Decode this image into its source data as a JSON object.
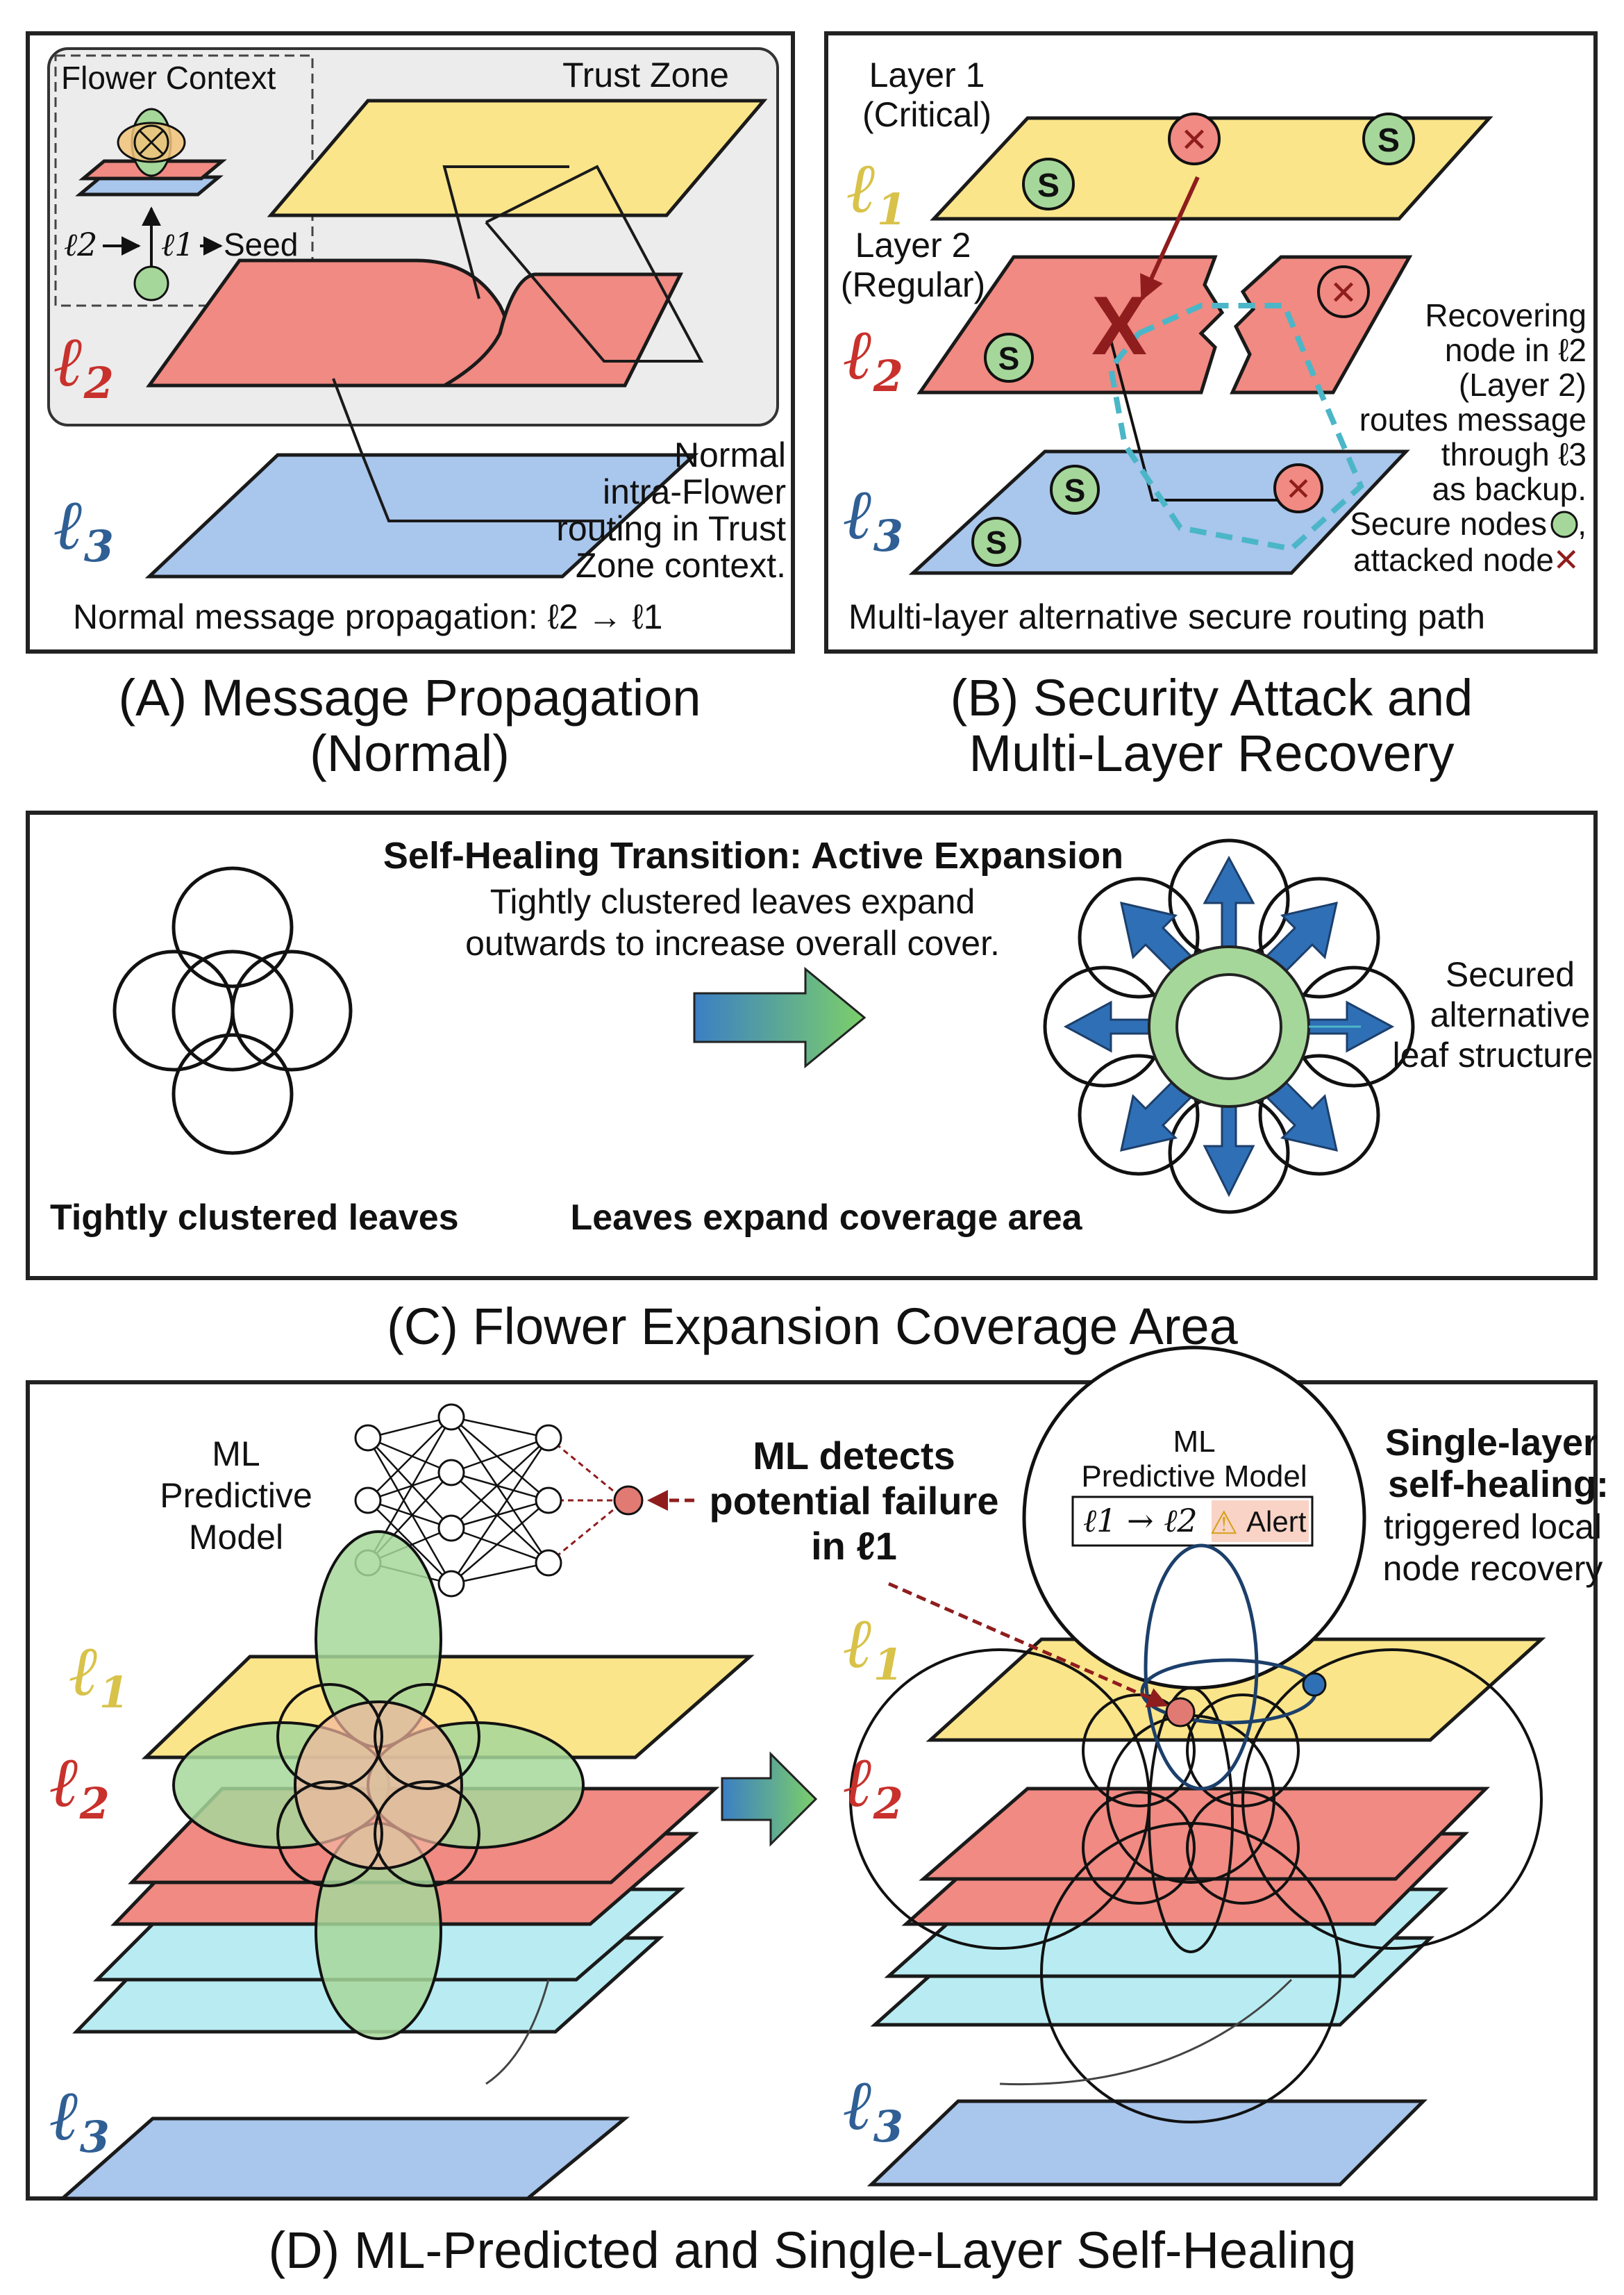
{
  "colors": {
    "yellow": "#fbe58a",
    "red": "#f08a82",
    "blue": "#a9c6ec",
    "cyan": "#b8ecf2",
    "green": "#a6d79a",
    "arrow_blue": "#2f6fb5",
    "dark_red": "#8f1d1d",
    "dashed_cyan": "#4bb6c8",
    "ell1": "#d8c24a",
    "ell2": "#c8312c",
    "ell3": "#2f5f94"
  },
  "panel_a": {
    "caption_line1": "(A) Message Propagation",
    "caption_line2": "(Normal)",
    "flower_context": "Flower Context",
    "trust_zone": "Trust Zone",
    "inset_l2": "ℓ2",
    "inset_l1": "ℓ1",
    "inset_seed": "Seed",
    "layer_l2": "ℓ",
    "layer_l2_sub": "2",
    "layer_l3": "ℓ",
    "layer_l3_sub": "3",
    "note": [
      "Normal",
      "intra-Flower",
      "routing in Trust",
      "Zone context."
    ],
    "footer": "Normal message propagation: ℓ2 → ℓ1"
  },
  "panel_b": {
    "caption_line1": "(B) Security Attack and",
    "caption_line2": "Multi-Layer Recovery",
    "layer1_title": [
      "Layer 1",
      "(Critical)"
    ],
    "layer2_title": [
      "Layer 2",
      "(Regular)"
    ],
    "layer_l1": "ℓ",
    "layer_l1_sub": "1",
    "layer_l2": "ℓ",
    "layer_l2_sub": "2",
    "layer_l3": "ℓ",
    "layer_l3_sub": "3",
    "secure_symbol": "S",
    "attack_symbol": "✕",
    "big_x": "X",
    "note": [
      "Recovering",
      "node in ℓ2",
      "(Layer 2)",
      "routes message",
      "through ℓ3",
      "as backup.",
      "Secure nodes",
      "attacked node"
    ],
    "footer": "Multi-layer alternative secure routing path"
  },
  "panel_c": {
    "caption": "(C) Flower Expansion Coverage Area",
    "title": "Self-Healing Transition: Active Expansion",
    "subtitle": [
      "Tightly clustered leaves expand",
      "outwards to increase overall cover."
    ],
    "left_label": "Tightly clustered leaves",
    "mid_label": "Leaves expand coverage area",
    "right_label": [
      "Secured",
      "alternative",
      "leaf structure"
    ]
  },
  "panel_d": {
    "caption": "(D) ML-Predicted and Single-Layer Self-Healing",
    "ml_model": [
      "ML",
      "Predictive",
      "Model"
    ],
    "detects": [
      "ML detects",
      "potential failure",
      "in ℓ1"
    ],
    "bubble_title": [
      "ML",
      "Predictive Model"
    ],
    "bubble_formula": "ℓ1 → ℓ2",
    "alert": "Alert",
    "warning_icon": "⚠",
    "healing": [
      "Single-layer",
      "self-healing:",
      "triggered local",
      "node recovery"
    ],
    "layer_l1": "ℓ",
    "layer_l1_sub": "1",
    "layer_l2": "ℓ",
    "layer_l2_sub": "2",
    "layer_l3": "ℓ",
    "layer_l3_sub": "3"
  }
}
